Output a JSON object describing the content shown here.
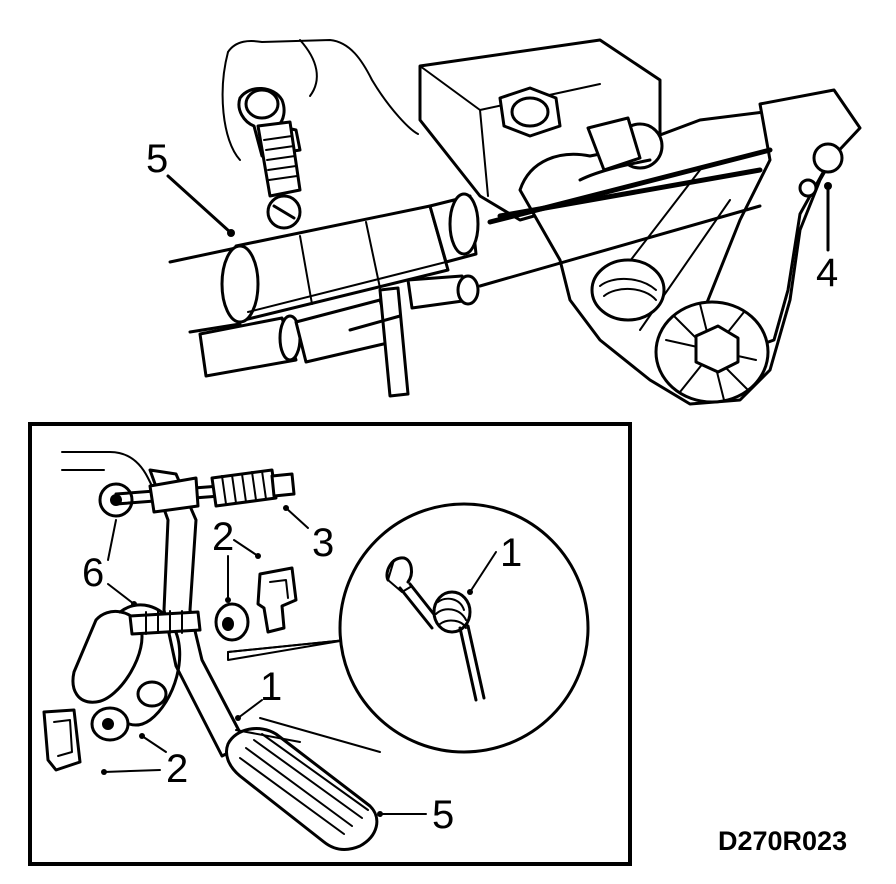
{
  "diagram": {
    "drawing_code": "D270R023",
    "callouts": {
      "top_cable_end": "5",
      "top_pedal_arm": "4",
      "inset_grommet": "6",
      "inset_cable_adjuster": "3",
      "inset_clip_upper": "2",
      "inset_spring_detail": "1",
      "inset_spring": "1",
      "inset_clip_lower": "2",
      "inset_pedal": "5"
    }
  }
}
